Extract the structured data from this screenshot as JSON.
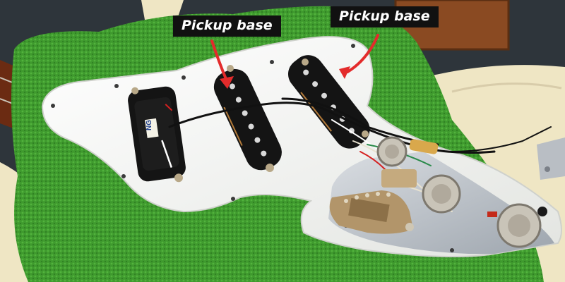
{
  "annotations": [
    {
      "text": "Pickup base",
      "target": "middle-pickup"
    },
    {
      "text": "Pickup base",
      "target": "bridge-pickup"
    }
  ],
  "pickup_tag": "NG",
  "colors": {
    "towel": "#3f9a2e",
    "pickguard": "#f2f3ef",
    "pickup": "#141414",
    "annotation_bg": "#111111",
    "annotation_text": "#ffffff",
    "arrow": "#e32b2b",
    "guitar_body": "#efe6c4"
  }
}
